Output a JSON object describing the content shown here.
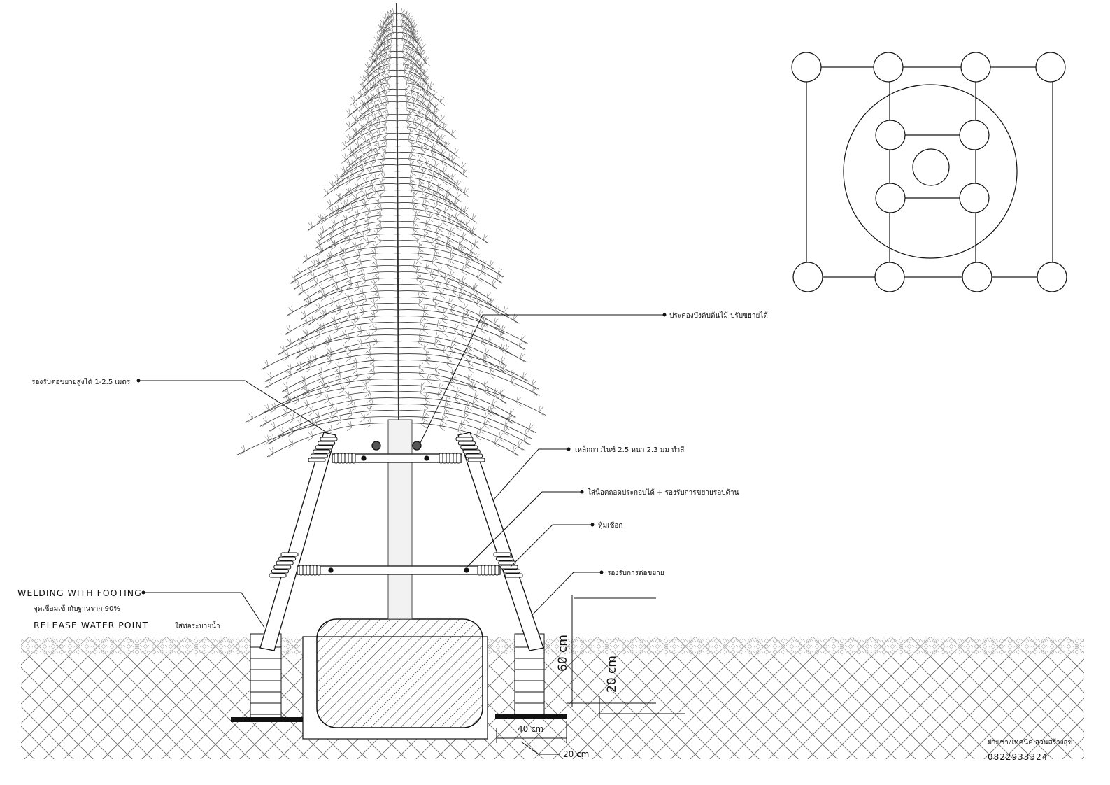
{
  "colors": {
    "ink": "#111111",
    "paper": "#ffffff",
    "hatch": "#555555"
  },
  "labels": {
    "brace_support": "ประคองบังคับต้นไม้ ปรับขยายได้",
    "extend_height": "รองรับต่อขยายสูงได้ 1-2.5 เมตร",
    "steel_pipe": "เหล็กกาวไนซ์ 2.5 หนา 2.3 มม ทำสี",
    "bolt_assembly": "ใส่น็อตถอดประกอบได้ + รองรับการขยายรอบด้าน",
    "rope_wrap": "หุ้มเชือก",
    "extension_support": "รองรับการต่อขยาย",
    "welding_en": "WELDING WITH FOOTING",
    "welding_th": "จุดเชื่อมเข้ากับฐานราก 90%",
    "release_en": "RELEASE WATER POINT",
    "release_th": "ใส่ท่อระบายน้ำ"
  },
  "dimensions": {
    "depth_60": "60 cm",
    "depth_20": "20 cm",
    "width_40": "40 cm",
    "width_20": "20 cm"
  },
  "credit": {
    "team": "ฝ่ายช่างเทคนิค สวนสร้างสุข",
    "phone": "0822933324"
  }
}
